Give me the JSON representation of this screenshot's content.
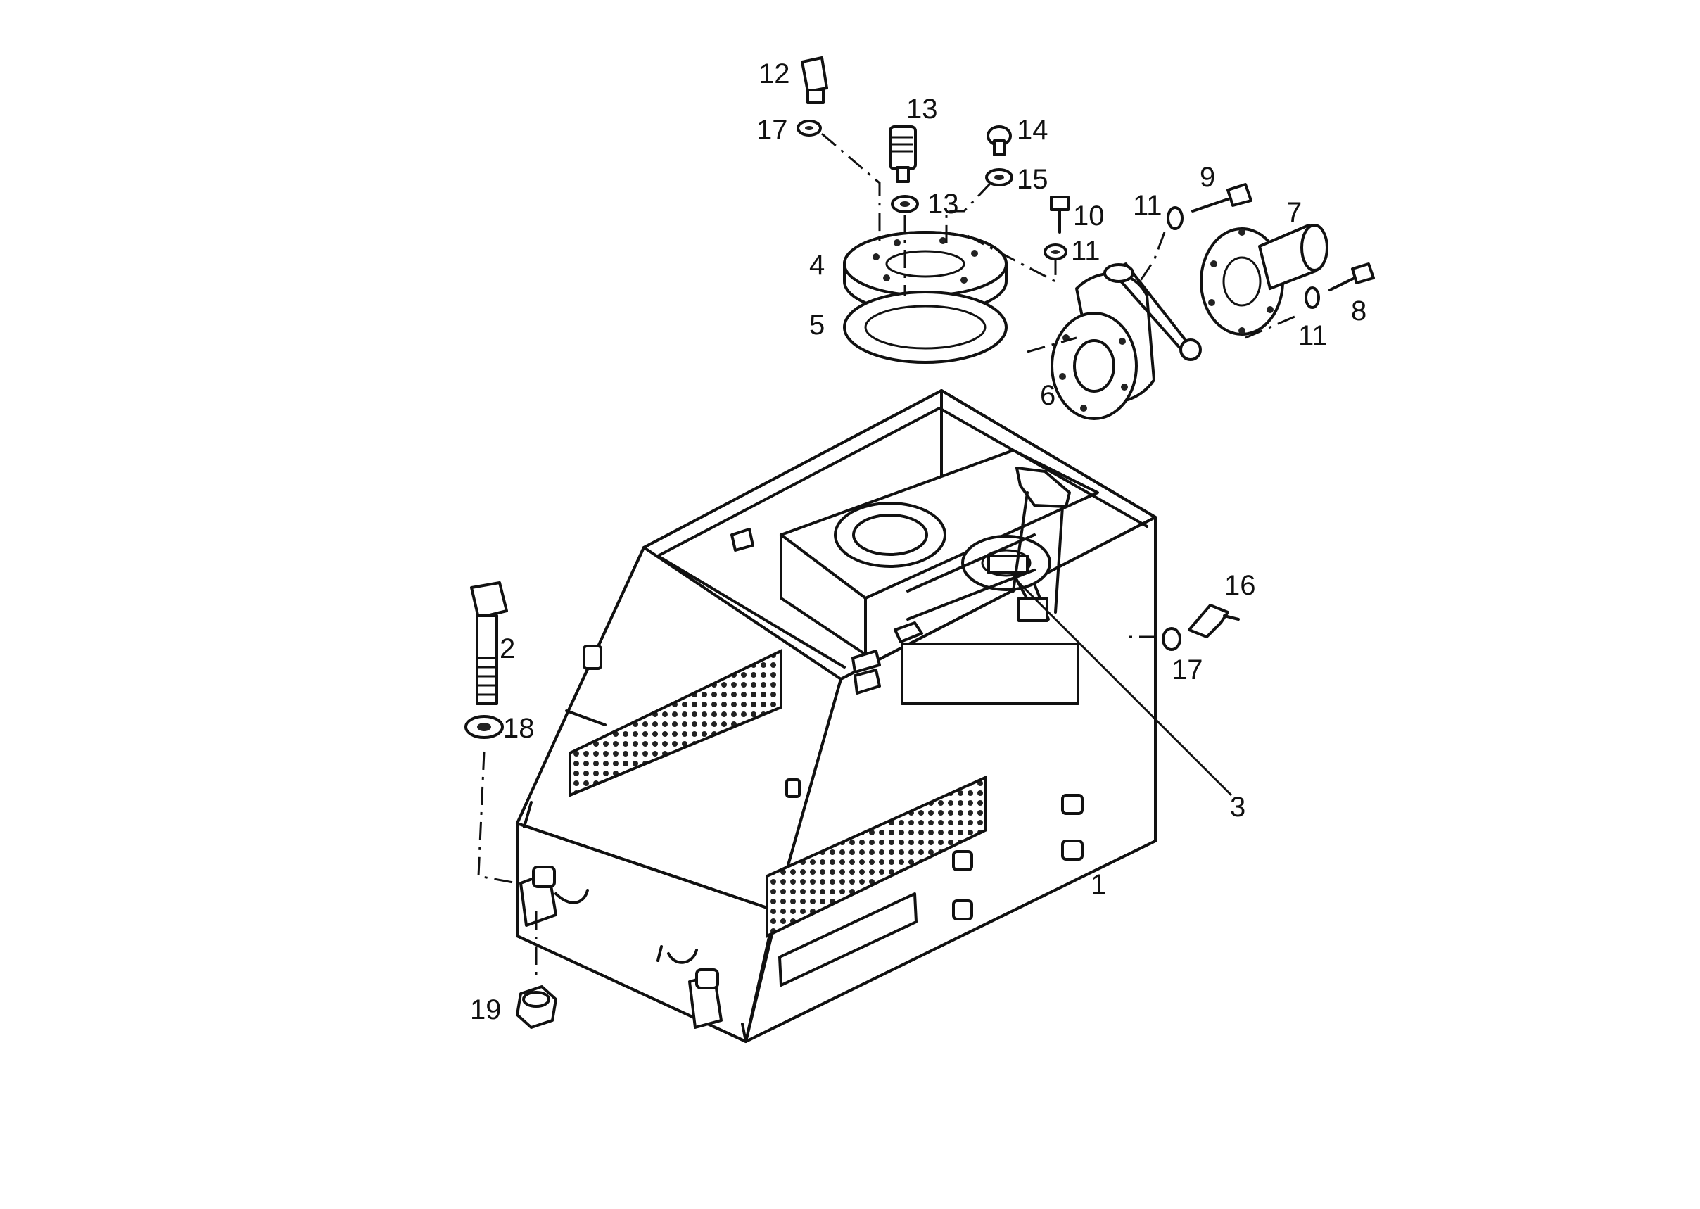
{
  "callouts": [
    {
      "id": "1",
      "text": "1"
    },
    {
      "id": "2",
      "text": "2"
    },
    {
      "id": "3",
      "text": "3"
    },
    {
      "id": "4",
      "text": "4"
    },
    {
      "id": "5",
      "text": "5"
    },
    {
      "id": "6",
      "text": "6"
    },
    {
      "id": "7",
      "text": "7"
    },
    {
      "id": "8",
      "text": "8"
    },
    {
      "id": "9",
      "text": "9"
    },
    {
      "id": "10",
      "text": "10"
    },
    {
      "id": "11a",
      "text": "11"
    },
    {
      "id": "11b",
      "text": "11"
    },
    {
      "id": "11c",
      "text": "11"
    },
    {
      "id": "12",
      "text": "12"
    },
    {
      "id": "13a",
      "text": "13"
    },
    {
      "id": "13b",
      "text": "13"
    },
    {
      "id": "14",
      "text": "14"
    },
    {
      "id": "15",
      "text": "15"
    },
    {
      "id": "16",
      "text": "16"
    },
    {
      "id": "17a",
      "text": "17"
    },
    {
      "id": "17b",
      "text": "17"
    },
    {
      "id": "18",
      "text": "18"
    },
    {
      "id": "19",
      "text": "19"
    }
  ]
}
